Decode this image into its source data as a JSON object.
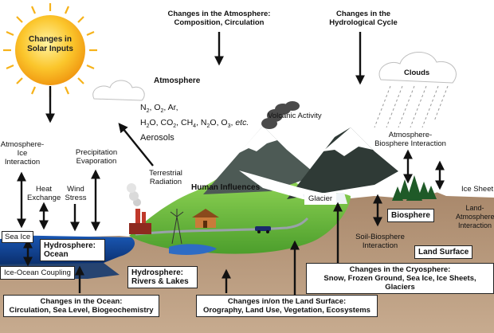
{
  "labels": {
    "solar": "Changes in Solar Inputs",
    "atm_changes": "Changes in the Atmosphere:",
    "atm_changes_sub": "Composition, Circulation",
    "hydro_cycle": "Changes in the Hydrological Cycle",
    "clouds": "Clouds",
    "atmosphere": "Atmosphere",
    "gases_line1": "N2, O2, Ar,",
    "gases_line2": "H2O, CO2, CH4, N2O, O3, etc.",
    "aerosols": "Aerosols",
    "volcanic": "Volcanic Activity",
    "atm_ice": "Atmosphere-Ice Interaction",
    "precip": "Precipitation Evaporation",
    "heat_exchange": "Heat Exchange",
    "wind_stress": "Wind Stress",
    "terrestrial_radiation": "Terrestrial Radiation",
    "human": "Human Influences",
    "glacier": "Glacier",
    "atm_bio": "Atmosphere-Biosphere Interaction",
    "ice_sheet": "Ice Sheet",
    "sea_ice": "Sea Ice",
    "hydro_ocean": "Hydrosphere: Ocean",
    "biosphere": "Biosphere",
    "land_atm": "Land-Atmosphere Interaction",
    "soil_bio": "Soil-Biosphere Interaction",
    "ice_ocean": "Ice-Ocean Coupling",
    "rivers": "Hydrosphere: Rivers & Lakes",
    "land_surface": "Land Surface",
    "cryosphere": "Changes in the Cryosphere:",
    "cryosphere_sub": "Snow, Frozen Ground, Sea Ice, Ice Sheets, Glaciers",
    "ocean_changes": "Changes in the Ocean:",
    "ocean_changes_sub": "Circulation, Sea Level, Biogeochemistry",
    "land_changes": "Changes in/on the Land Surface:",
    "land_changes_sub": "Orography, Land Use, Vegetation, Ecosystems"
  },
  "colors": {
    "sky": "#ffffff",
    "ground": "#b08f6e",
    "ocean": "#0f3f8a",
    "land_green": "#7ec94a",
    "sun": "#f6b21a",
    "arrow": "#111111"
  }
}
